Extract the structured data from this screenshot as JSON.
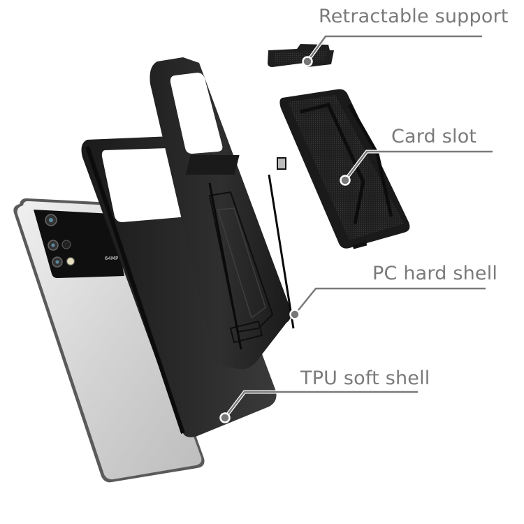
{
  "image": {
    "subject": "Exploded view of a rugged phone case with card slot and kickstand",
    "background": "#ffffff"
  },
  "callouts": [
    {
      "id": "retractable-support",
      "label": "Retractable support"
    },
    {
      "id": "card-slot",
      "label": "Card slot"
    },
    {
      "id": "pc-hard-shell",
      "label": "PC hard shell"
    },
    {
      "id": "tpu-soft-shell",
      "label": "TPU soft shell"
    }
  ],
  "phone": {
    "camera_text": "64MP",
    "body_color": "#d9d9d9",
    "camera_module_color": "#111111"
  },
  "colors": {
    "label_text": "#7a7a7a",
    "leader_line": "#7a7a7a",
    "case_black": "#1c1c1c",
    "case_dark": "#2a2a2a",
    "marker_dot": "#777777"
  }
}
